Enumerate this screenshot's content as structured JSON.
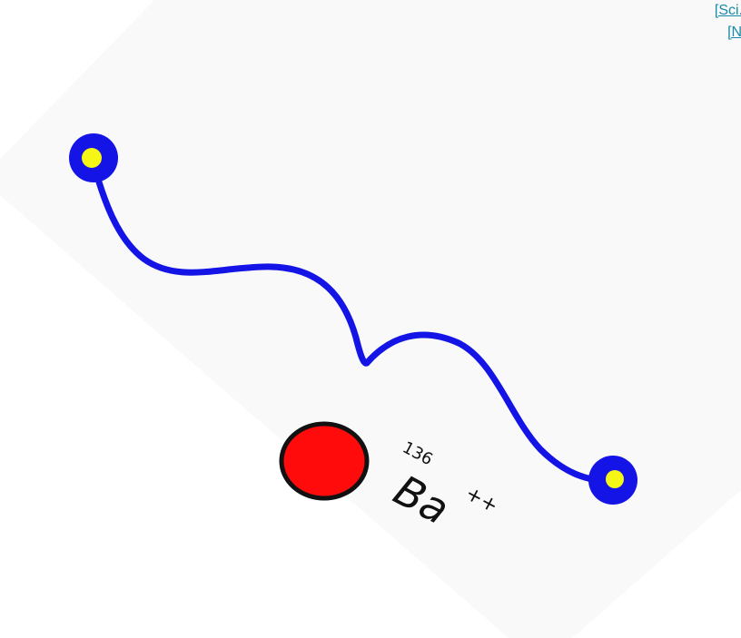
{
  "links": [
    {
      "label": "[Sci. R"
    },
    {
      "label": "[Na"
    }
  ],
  "annotation": {
    "mass_number": "136",
    "element": "Ba",
    "charge": "++"
  },
  "colors": {
    "wire": "#1414e6",
    "electrode_core": "#f5f516",
    "ion": "#ff0b0b",
    "ion_outline": "#111111",
    "paper": "#f9f9f9",
    "link": "#1a8aa8"
  },
  "icons": {
    "electrode": "blue-dot-with-yellow-center",
    "ion": "red-circle"
  }
}
